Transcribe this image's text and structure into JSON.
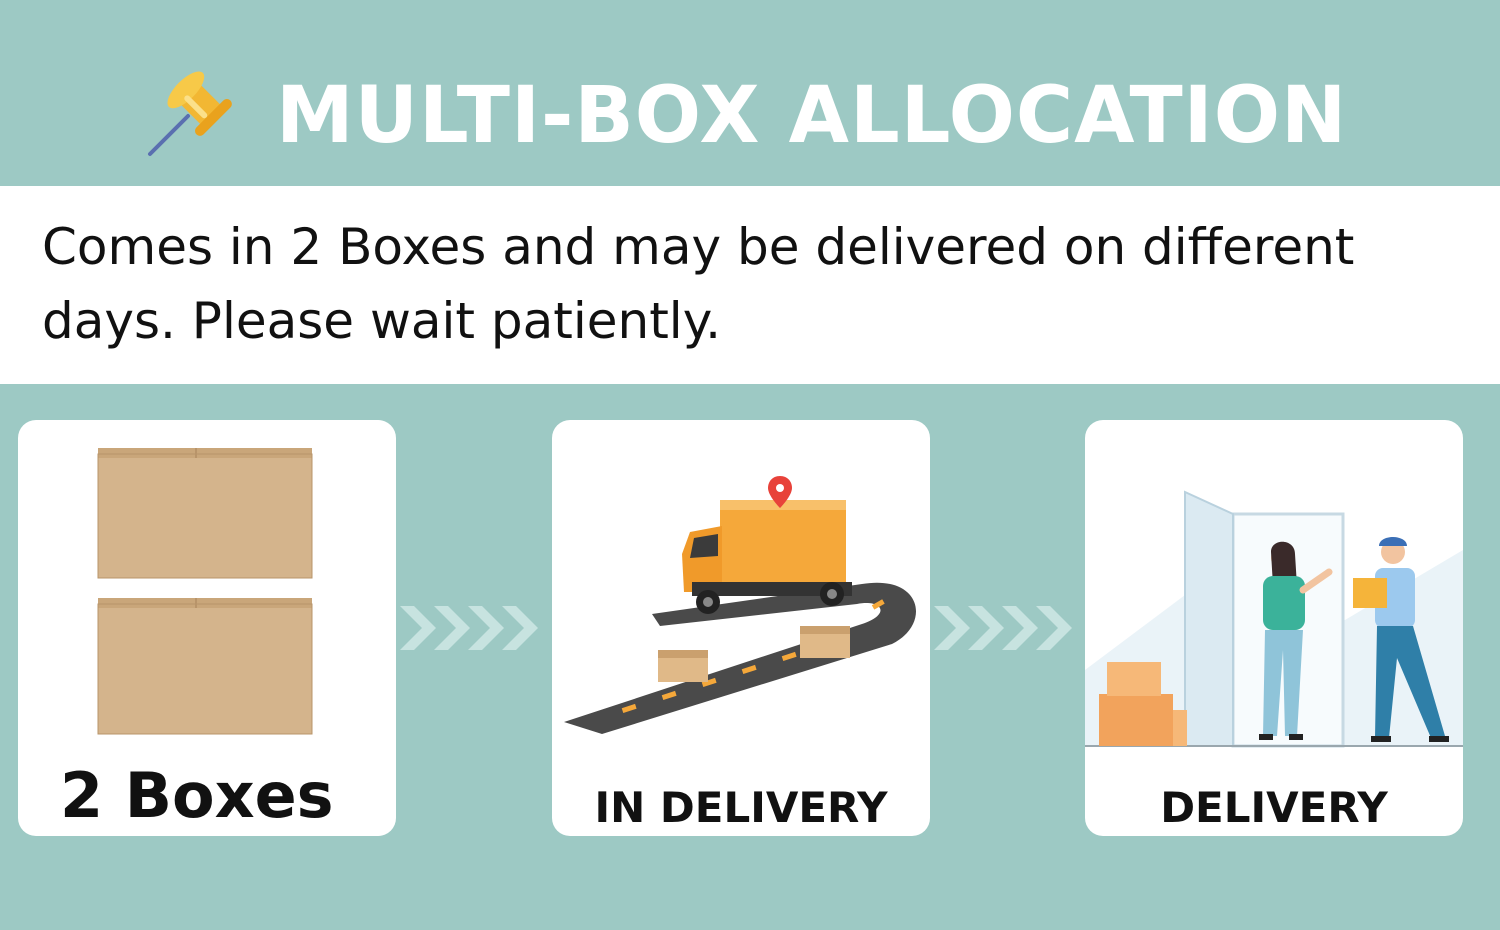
{
  "header": {
    "title": "MULTI-BOX ALLOCATION",
    "icon": "pushpin-icon"
  },
  "notice": {
    "text": "Comes in 2 Boxes and may be delivered on different days. Please wait patiently."
  },
  "steps": [
    {
      "label": "2 Boxes",
      "icon": "cardboard-boxes-icon"
    },
    {
      "label": "IN DELIVERY",
      "icon": "delivery-truck-icon"
    },
    {
      "label": "DELIVERY",
      "icon": "doorstep-delivery-icon"
    }
  ],
  "colors": {
    "background": "#9dc9c4",
    "card": "#ffffff",
    "truck": "#f5a83a",
    "box": "#d2b48c",
    "arrow": "#c7e3e0"
  }
}
